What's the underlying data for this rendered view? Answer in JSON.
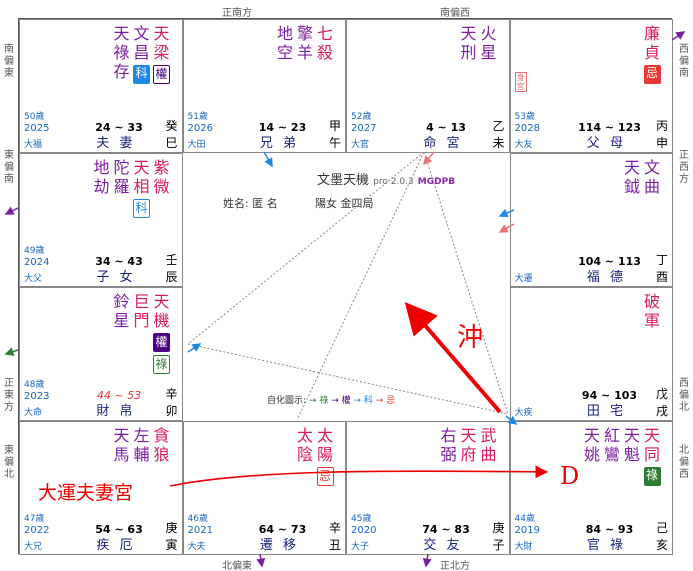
{
  "directions": {
    "top_left": "正南方",
    "top_right": "南偏西",
    "bottom_left": "北偏東",
    "bottom_right": "正北方",
    "left_top": "南偏東",
    "left_mid": "東偏南",
    "left_low": "正東方",
    "left_bottom": "東偏北",
    "right_top": "西偏南",
    "right_mid": "正西方",
    "right_low": "西偏北",
    "right_bottom": "北偏西"
  },
  "center": {
    "title": "文墨天機",
    "version": "pro 2.0.3",
    "mgdpb": "MGDPB",
    "name": "姓名: 匿 名",
    "info": "陽女 金四局",
    "legend_label": "自化圖示:",
    "legend_lu": "→ 祿",
    "legend_quan": "→ 權",
    "legend_ke": "→ 科",
    "legend_ji": "→ 忌",
    "chong": "沖"
  },
  "annotation": {
    "text": "大運夫妻宮",
    "target": "D"
  },
  "palaces": [
    {
      "id": "si",
      "stars": [
        {
          "t": "天梁",
          "c": "main",
          "trans": [
            {
              "t": "權",
              "k": "t-hua-outline"
            }
          ]
        },
        {
          "t": "文昌",
          "c": "sec",
          "trans": [
            {
              "t": "科",
              "k": "t-ke"
            }
          ]
        },
        {
          "t": "天祿存",
          "c": "sec",
          "trans": []
        }
      ],
      "age": "50歲",
      "year": "2025",
      "limit": "大福",
      "range": "24 ~ 33",
      "name": "夫 妻",
      "stem": "癸",
      "branch": "巳"
    },
    {
      "id": "wu",
      "stars": [
        {
          "t": "七殺",
          "c": "main",
          "trans": []
        },
        {
          "t": "擎羊",
          "c": "sec",
          "trans": []
        },
        {
          "t": "地空",
          "c": "sec",
          "trans": []
        }
      ],
      "age": "51歲",
      "year": "2026",
      "limit": "大田",
      "range": "14 ~ 23",
      "name": "兄 弟",
      "stem": "甲",
      "branch": "午"
    },
    {
      "id": "wei",
      "stars": [
        {
          "t": "火星",
          "c": "sec",
          "trans": []
        },
        {
          "t": "天刑",
          "c": "sec",
          "trans": []
        }
      ],
      "age": "52歲",
      "year": "2027",
      "limit": "大官",
      "range": "4 ~ 13",
      "name": "命 宮",
      "stem": "乙",
      "branch": "未"
    },
    {
      "id": "shen",
      "stars": [
        {
          "t": "廉貞",
          "c": "main",
          "trans": [
            {
              "t": "忌",
              "k": "t-ji"
            }
          ]
        }
      ],
      "age": "53歲",
      "year": "2028",
      "limit": "大友",
      "range": "114 ~ 123",
      "name": "父 母",
      "stem": "丙",
      "branch": "申",
      "badge": "身宮"
    },
    {
      "id": "chen",
      "stars": [
        {
          "t": "紫微",
          "c": "main",
          "trans": []
        },
        {
          "t": "天相",
          "c": "main",
          "trans": [
            {
              "t": "科",
              "k": "t-ke-outline"
            }
          ]
        },
        {
          "t": "陀羅",
          "c": "sec",
          "trans": []
        },
        {
          "t": "地劫",
          "c": "sec",
          "trans": []
        }
      ],
      "age": "49歲",
      "year": "2024",
      "limit": "大父",
      "range": "34 ~ 43",
      "name": "子 女",
      "stem": "壬",
      "branch": "辰"
    },
    {
      "id": "you",
      "stars": [
        {
          "t": "文曲",
          "c": "sec",
          "trans": []
        },
        {
          "t": "天鉞",
          "c": "sec",
          "trans": []
        }
      ],
      "age": "",
      "year": "",
      "limit": "大遷",
      "range": "104 ~ 113",
      "name": "福 德",
      "stem": "丁",
      "branch": "酉"
    },
    {
      "id": "mao",
      "stars": [
        {
          "t": "天機",
          "c": "main",
          "trans": [
            {
              "t": "權",
              "k": "t-hua"
            },
            {
              "t": "祿",
              "k": "t-lu-outline"
            }
          ]
        },
        {
          "t": "巨門",
          "c": "main",
          "trans": []
        },
        {
          "t": "鈴星",
          "c": "sec",
          "trans": []
        }
      ],
      "age": "48歲",
      "year": "2023",
      "limit": "大命",
      "range": "44 ~ 53",
      "rangeRed": true,
      "name": "財 帛",
      "stem": "辛",
      "branch": "卯"
    },
    {
      "id": "xu",
      "stars": [
        {
          "t": "破軍",
          "c": "main",
          "trans": []
        }
      ],
      "age": "",
      "year": "",
      "limit": "大疾",
      "range": "94 ~ 103",
      "name": "田 宅",
      "stem": "戊",
      "branch": "戌"
    },
    {
      "id": "yin",
      "stars": [
        {
          "t": "貪狼",
          "c": "main",
          "trans": []
        },
        {
          "t": "左輔",
          "c": "sec",
          "trans": []
        },
        {
          "t": "天馬",
          "c": "sec",
          "trans": []
        }
      ],
      "age": "47歲",
      "year": "2022",
      "limit": "大兄",
      "range": "54 ~ 63",
      "name": "疾 厄",
      "stem": "庚",
      "branch": "寅"
    },
    {
      "id": "chou",
      "stars": [
        {
          "t": "太陽",
          "c": "main",
          "trans": [
            {
              "t": "忌",
              "k": "t-ji-outline"
            }
          ]
        },
        {
          "t": "太陰",
          "c": "main",
          "trans": []
        }
      ],
      "age": "46歲",
      "year": "2021",
      "limit": "大夫",
      "range": "64 ~ 73",
      "name": "遷 移",
      "stem": "辛",
      "branch": "丑"
    },
    {
      "id": "zi",
      "stars": [
        {
          "t": "武曲",
          "c": "main",
          "trans": []
        },
        {
          "t": "天府",
          "c": "main",
          "trans": []
        },
        {
          "t": "右弼",
          "c": "sec",
          "trans": []
        }
      ],
      "age": "45歲",
      "year": "2020",
      "limit": "大子",
      "range": "74 ~ 83",
      "name": "交 友",
      "stem": "庚",
      "branch": "子"
    },
    {
      "id": "hai",
      "stars": [
        {
          "t": "天同",
          "c": "main",
          "trans": [
            {
              "t": "祿",
              "k": "t-lu"
            }
          ]
        },
        {
          "t": "天魁",
          "c": "sec",
          "trans": []
        },
        {
          "t": "紅鸞",
          "c": "sec",
          "trans": []
        },
        {
          "t": "天姚",
          "c": "sec",
          "trans": []
        }
      ],
      "age": "44歲",
      "year": "2019",
      "limit": "大財",
      "range": "84 ~ 93",
      "name": "官 祿",
      "stem": "己",
      "branch": "亥"
    }
  ]
}
